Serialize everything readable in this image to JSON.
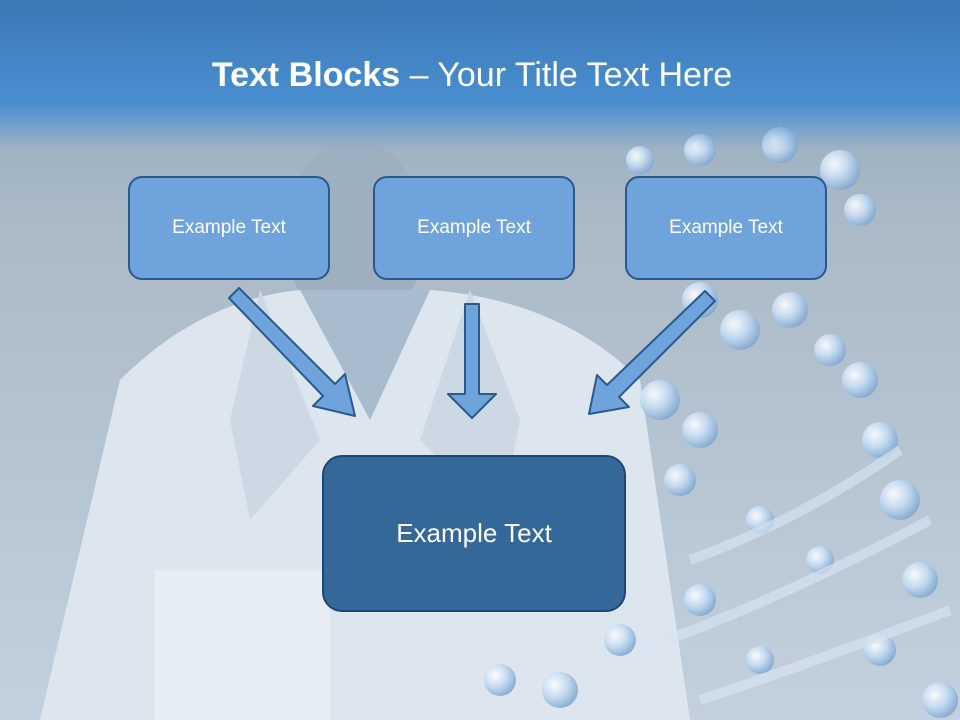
{
  "slide": {
    "title_bold": "Text Blocks",
    "title_rest": " – Your Title Text Here",
    "blocks": [
      {
        "label": "Example Text"
      },
      {
        "label": "Example Text"
      },
      {
        "label": "Example Text"
      }
    ],
    "main_block": {
      "label": "Example Text"
    }
  },
  "colors": {
    "title_band": "#4a8fd0",
    "small_box_fill": "#6fa3dc",
    "main_box_fill": "#336899",
    "box_border": "#2a5a8c",
    "arrow_fill": "#6fa3dc"
  }
}
